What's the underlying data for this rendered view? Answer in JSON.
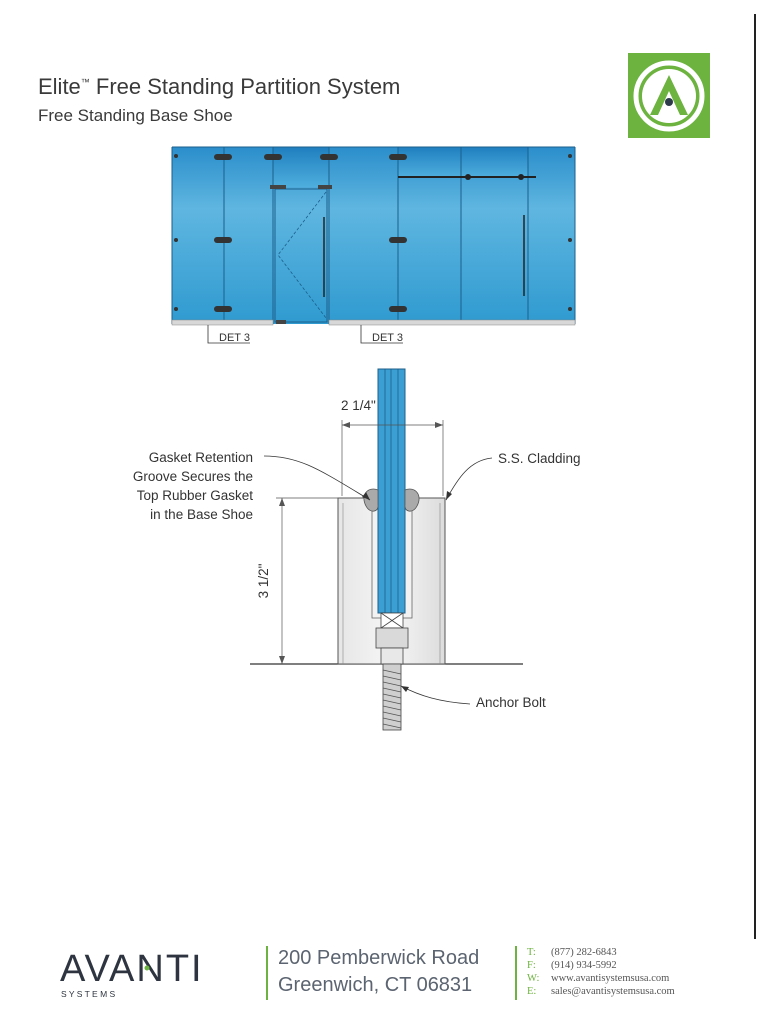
{
  "header": {
    "title_brand": "Elite",
    "title_tm": "™",
    "title_rest": " Free Standing Partition System",
    "subtitle": "Free Standing Base Shoe"
  },
  "elevation": {
    "det_label_1": "DET 3",
    "det_label_2": "DET 3"
  },
  "section": {
    "width_dim": "2 1/4\"",
    "height_dim": "3 1/2\"",
    "callout_gasket": [
      "Gasket Retention",
      "Groove Secures the",
      "Top Rubber Gasket",
      "in the Base Shoe"
    ],
    "callout_cladding": "S.S. Cladding",
    "callout_bolt": "Anchor Bolt"
  },
  "footer": {
    "logo_word": "AVANTI",
    "logo_sub": "S Y S T E M S",
    "address_line1": "200 Pemberwick Road",
    "address_line2": "Greenwich, CT 06831",
    "contacts": [
      {
        "key": "T:",
        "value": "(877) 282-6843"
      },
      {
        "key": "F:",
        "value": "(914) 934-5992"
      },
      {
        "key": "W:",
        "value": "www.avantisystemsusa.com"
      },
      {
        "key": "E:",
        "value": "sales@avantisystemsusa.com"
      }
    ]
  },
  "colors": {
    "brand_green": "#6db33f",
    "glass_blue": "#3fa0d2",
    "footer_text": "#5b6470"
  }
}
